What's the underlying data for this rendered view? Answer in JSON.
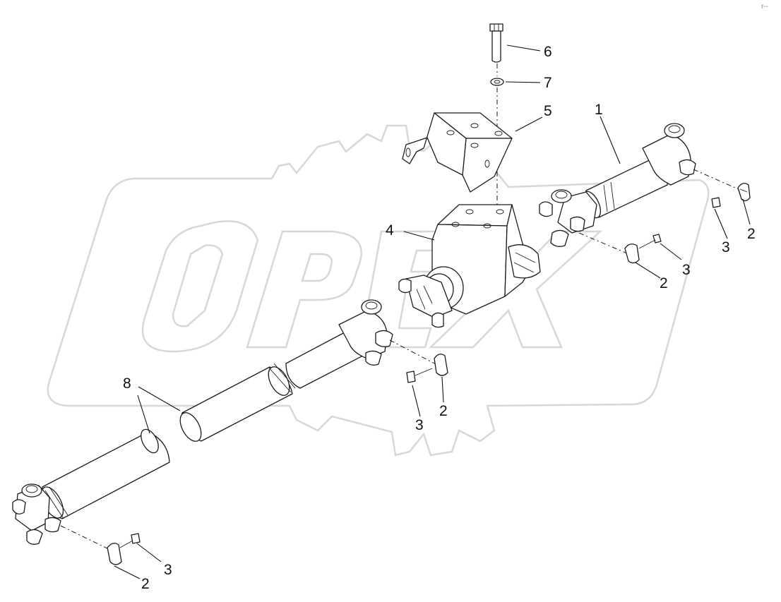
{
  "callouts": {
    "c1": "1",
    "c2a": "2",
    "c2b": "2",
    "c2c": "2",
    "c2d": "2",
    "c3a": "3",
    "c3b": "3",
    "c3c": "3",
    "c3d": "3",
    "c4": "4",
    "c5": "5",
    "c6": "6",
    "c7": "7",
    "c8": "8"
  },
  "watermark_text": "OPEX",
  "corner_mark": "r--"
}
